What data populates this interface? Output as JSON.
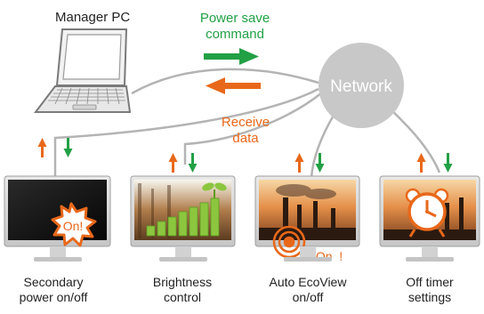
{
  "manager_label": "Manager PC",
  "network_label": "Network",
  "power_save": {
    "line1": "Power save",
    "line2": "command",
    "color": "#22a045"
  },
  "receive": {
    "line1": "Receive",
    "line2": "data",
    "color": "#e8681a"
  },
  "colors": {
    "up_arrow": "#e8681a",
    "down_arrow": "#22a045",
    "network_fill": "#c8c8c8",
    "cable": "#b4b4b4"
  },
  "monitors": [
    {
      "caption_line1": "Secondary",
      "caption_line2": "power on/off",
      "screen_badge": "On!",
      "icon": "starburst-on-icon"
    },
    {
      "caption_line1": "Brightness",
      "caption_line2": "control",
      "icon": "brightness-bars-sprout-icon"
    },
    {
      "caption_line1": "Auto EcoView",
      "caption_line2": "on/off",
      "screen_badge": "On  !",
      "icon": "sensor-waves-icon"
    },
    {
      "caption_line1": "Off timer",
      "caption_line2": "settings",
      "icon": "alarm-clock-icon"
    }
  ]
}
